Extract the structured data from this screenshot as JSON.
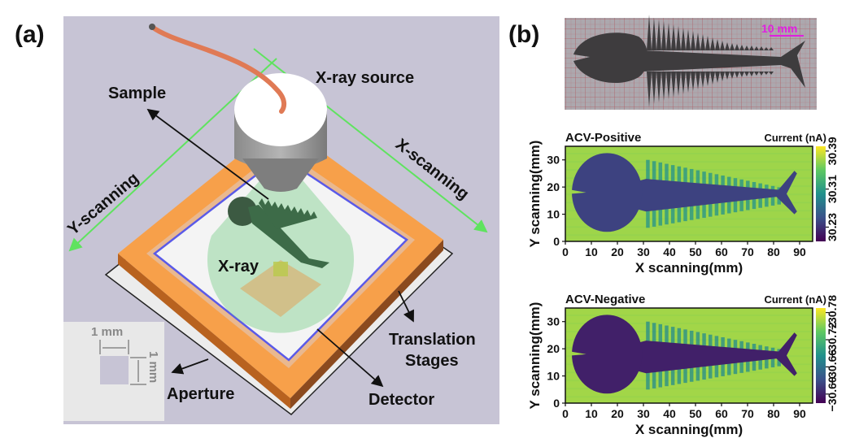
{
  "panel_a": {
    "label": "(a)",
    "xray_source": "X-ray source",
    "sample": "Sample",
    "x_scanning": "X-scanning",
    "y_scanning": "Y-scanning",
    "xray": "X-ray",
    "translation_stages_line1": "Translation",
    "translation_stages_line2": "Stages",
    "aperture": "Aperture",
    "detector": "Detector",
    "inset_width": "1 mm",
    "inset_height": "1 mm"
  },
  "panel_b": {
    "label": "(b)",
    "photo_scale_bar": "10 mm"
  },
  "colors": {
    "background_a": "#c7c4d5",
    "frame_orange": "#f7a04a",
    "scan_axis_green": "#5fe35f",
    "cable": "#e07a55",
    "scale_bar_magenta": "#e020e0"
  },
  "chart_data": [
    {
      "type": "heatmap",
      "title": "ACV-Positive",
      "colorbar_label": "Current (nA)",
      "xlabel": "X scanning(mm)",
      "ylabel": "Y scanning(mm)",
      "xlim": [
        0,
        95
      ],
      "ylim": [
        0,
        35
      ],
      "xticks": [
        "0",
        "10",
        "20",
        "30",
        "40",
        "50",
        "60",
        "70",
        "80",
        "90"
      ],
      "yticks": [
        "0",
        "10",
        "20",
        "30"
      ],
      "clim": [
        30.2,
        30.4
      ],
      "colorbar_ticks": [
        "30.23",
        "30.31",
        "30.39"
      ],
      "colormap": "viridis",
      "background_value": 30.37,
      "fish_value": 30.24,
      "fins_value": 30.3
    },
    {
      "type": "heatmap",
      "title": "ACV-Negative",
      "colorbar_label": "Current (nA)",
      "xlabel": "X scanning(mm)",
      "ylabel": "Y scanning(mm)",
      "xlim": [
        0,
        95
      ],
      "ylim": [
        0,
        35
      ],
      "xticks": [
        "0",
        "10",
        "20",
        "30",
        "40",
        "50",
        "60",
        "70",
        "80",
        "90"
      ],
      "yticks": [
        "0",
        "10",
        "20",
        "30"
      ],
      "clim": [
        -30.58,
        -30.79
      ],
      "colorbar_ticks": [
        "−30.60",
        "−30.66",
        "−30.72",
        "−30.78"
      ],
      "colormap": "viridis",
      "background_value": -30.76,
      "fish_value": -30.6,
      "fins_value": -30.68
    }
  ]
}
